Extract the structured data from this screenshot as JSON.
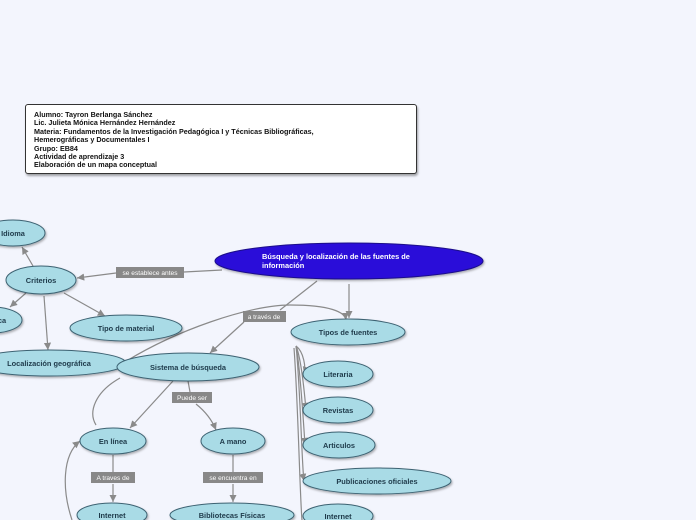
{
  "info": {
    "lines": [
      "Alumno: Tayron Berlanga Sánchez",
      "Lic. Julieta Mónica Hernández Hernández",
      "Materia: Fundamentos de la Investigación Pedagógica I y Técnicas Bibliográficas,",
      "Hemerográficas y Documentales I",
      "Grupo: EB84",
      "Actividad de aprendizaje 3",
      "Elaboración de un mapa conceptual"
    ]
  },
  "main_topic": {
    "line1": "Búsqueda y localización de las fuentes de",
    "line2": "información"
  },
  "nodes": {
    "idioma": "Idioma",
    "criterios": "Criterios",
    "partial": "ca",
    "tipo_material": "Tipo de material",
    "localizacion": "Localización geográfica",
    "sistema": "Sistema de búsqueda",
    "tipos_fuentes": "Tipos de fuentes",
    "literaria": "Literaria",
    "revistas": "Revistas",
    "articulos": "Articulos",
    "publicaciones": "Publicaciones oficiales",
    "internet_right": "Internet",
    "en_linea": "En línea",
    "a_mano": "A mano",
    "internet_left": "Internet",
    "bibliotecas": "Bibliotecas Físicas"
  },
  "labels": {
    "se_establece": "se establece antes",
    "a_traves_de": "a través de",
    "puede_ser": "Puede ser",
    "a_traves_de_2": "A traves de",
    "se_encuentra": "se encuentra en"
  },
  "colors": {
    "background": "#f3f5fd",
    "main_node": "#2a10d9",
    "node_fill": "#a9dbe6",
    "node_stroke": "#3d6272",
    "connector": "#8a8a8a",
    "label_bg": "#888888"
  }
}
